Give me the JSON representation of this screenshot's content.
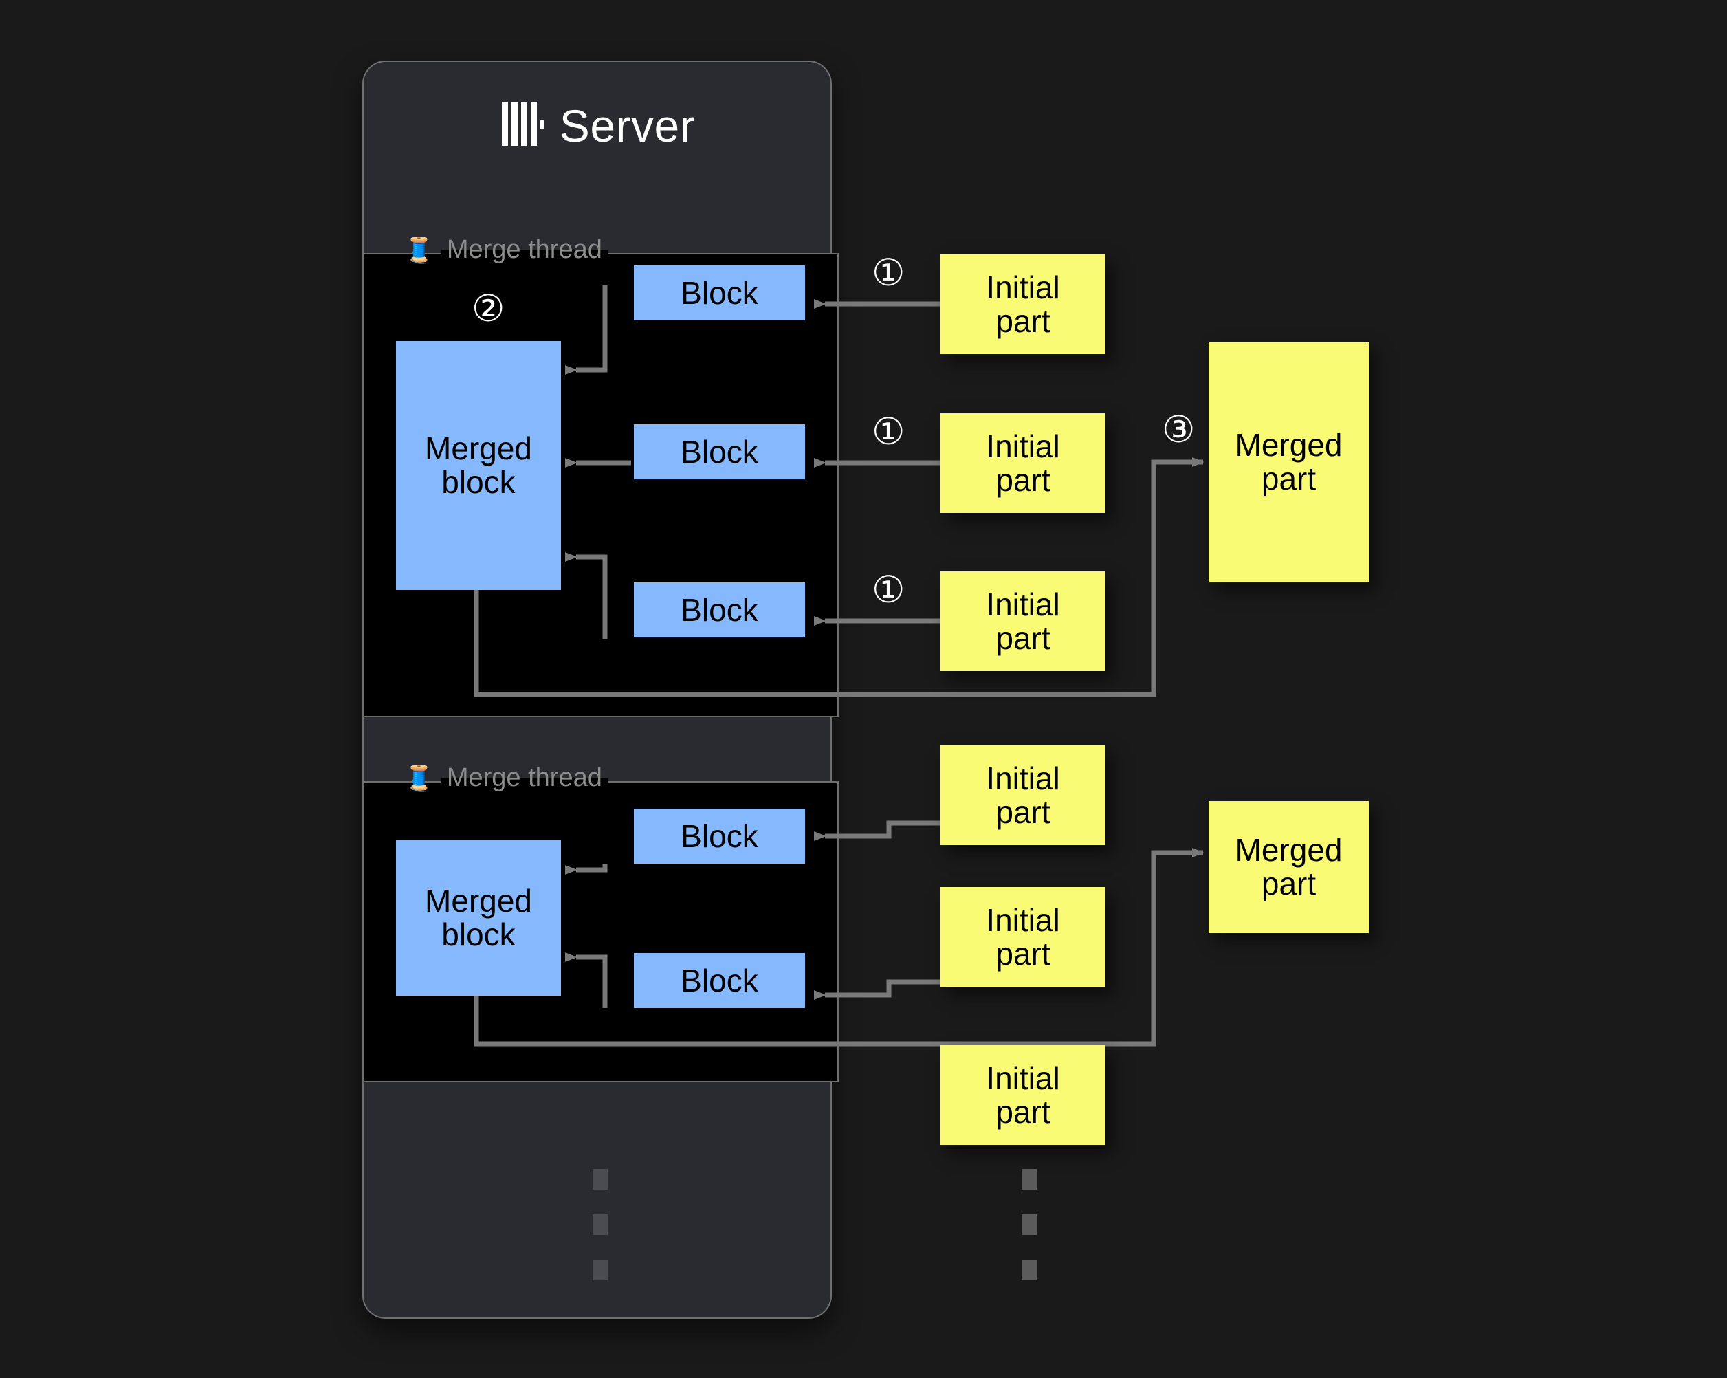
{
  "background_color": "#1a1a1a",
  "panel": {
    "name": "Server",
    "title": "Server",
    "logo_icon": "clickhouse-logo-icon",
    "background_color": "#2a2b31",
    "border_color": "#6f6f6f"
  },
  "colors": {
    "block_blue": "#85b8fc",
    "part_yellow": "#fafb74",
    "wire_gray": "#7a7a7a",
    "thread_label_gray": "#8d8d8d",
    "thread_box_black": "#000000"
  },
  "threads": [
    {
      "label": "Merge thread",
      "icon": "thread-spool-icon",
      "icon_glyph": "🧵",
      "step_marker": "②",
      "merged_block": {
        "line1": "Merged",
        "line2": "block"
      },
      "blocks": [
        {
          "label": "Block"
        },
        {
          "label": "Block"
        },
        {
          "label": "Block"
        }
      ]
    },
    {
      "label": "Merge thread",
      "icon": "thread-spool-icon",
      "icon_glyph": "🧵",
      "step_marker": "",
      "merged_block": {
        "line1": "Merged",
        "line2": "block"
      },
      "blocks": [
        {
          "label": "Block"
        },
        {
          "label": "Block"
        }
      ]
    }
  ],
  "initial_parts": [
    {
      "line1": "Initial",
      "line2": "part",
      "step_marker": "①"
    },
    {
      "line1": "Initial",
      "line2": "part",
      "step_marker": "①"
    },
    {
      "line1": "Initial",
      "line2": "part",
      "step_marker": "①"
    },
    {
      "line1": "Initial",
      "line2": "part",
      "step_marker": ""
    },
    {
      "line1": "Initial",
      "line2": "part",
      "step_marker": ""
    },
    {
      "line1": "Initial",
      "line2": "part",
      "step_marker": ""
    }
  ],
  "merged_parts": [
    {
      "line1": "Merged",
      "line2": "part",
      "step_marker": "③"
    },
    {
      "line1": "Merged",
      "line2": "part",
      "step_marker": ""
    }
  ],
  "ellipsis": {
    "panel_dots": 3,
    "parts_dots": 3
  }
}
